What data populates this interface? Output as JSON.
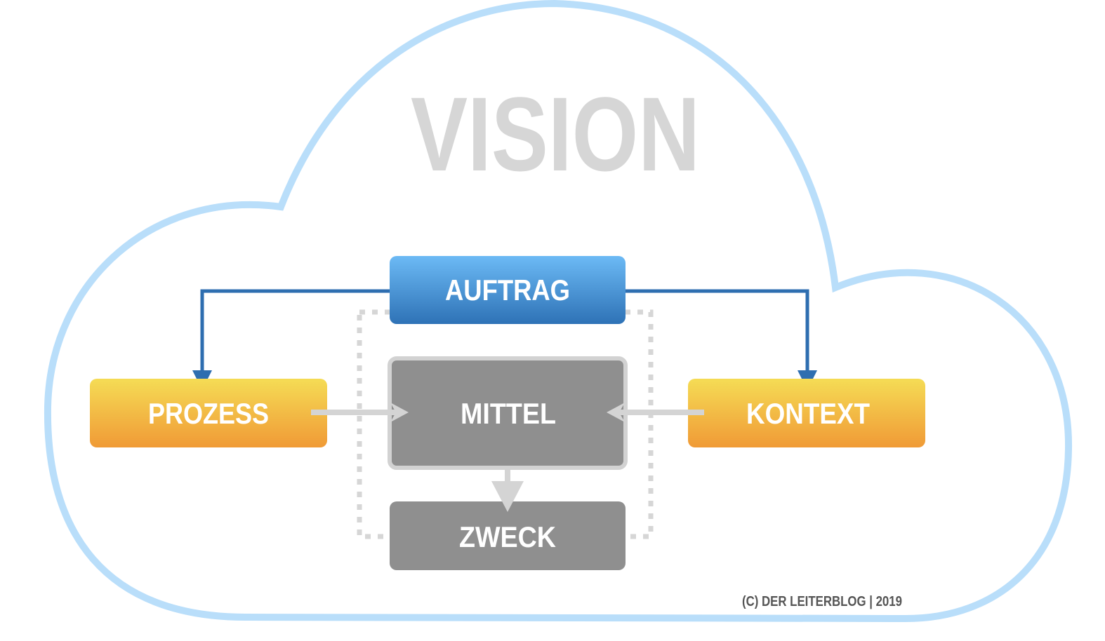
{
  "title": "VISION",
  "boxes": {
    "auftrag": "AUFTRAG",
    "prozess": "PROZESS",
    "mittel": "MITTEL",
    "kontext": "KONTEXT",
    "zweck": "ZWECK"
  },
  "copyright": "(C) DER LEITERBLOG | 2019",
  "colors": {
    "cloud": "#b9defa",
    "blue_top": "#6cbaf5",
    "blue_bottom": "#2e72b6",
    "orange_top": "#f5dc55",
    "orange_bottom": "#f09a36",
    "gray_box": "#8f8f8f",
    "gray_light": "#d4d4d4",
    "arrow_blue": "#2e6eb0"
  }
}
